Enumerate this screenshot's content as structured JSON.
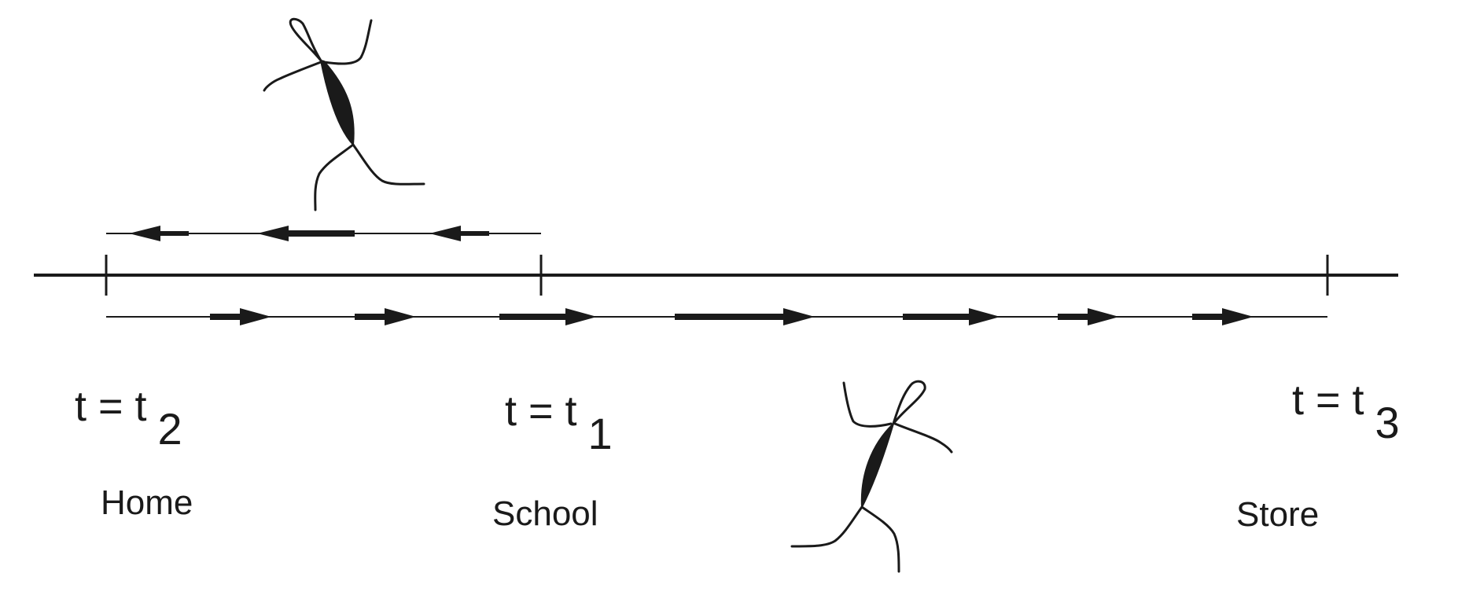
{
  "labels": {
    "t2": {
      "main": "t = t",
      "sub": "2"
    },
    "t1": {
      "main": "t = t",
      "sub": "1"
    },
    "t3": {
      "main": "t = t",
      "sub": "3"
    },
    "home": "Home",
    "school": "School",
    "store": "Store"
  },
  "colors": {
    "ink": "#1a1a1a",
    "background": "#ffffff"
  }
}
